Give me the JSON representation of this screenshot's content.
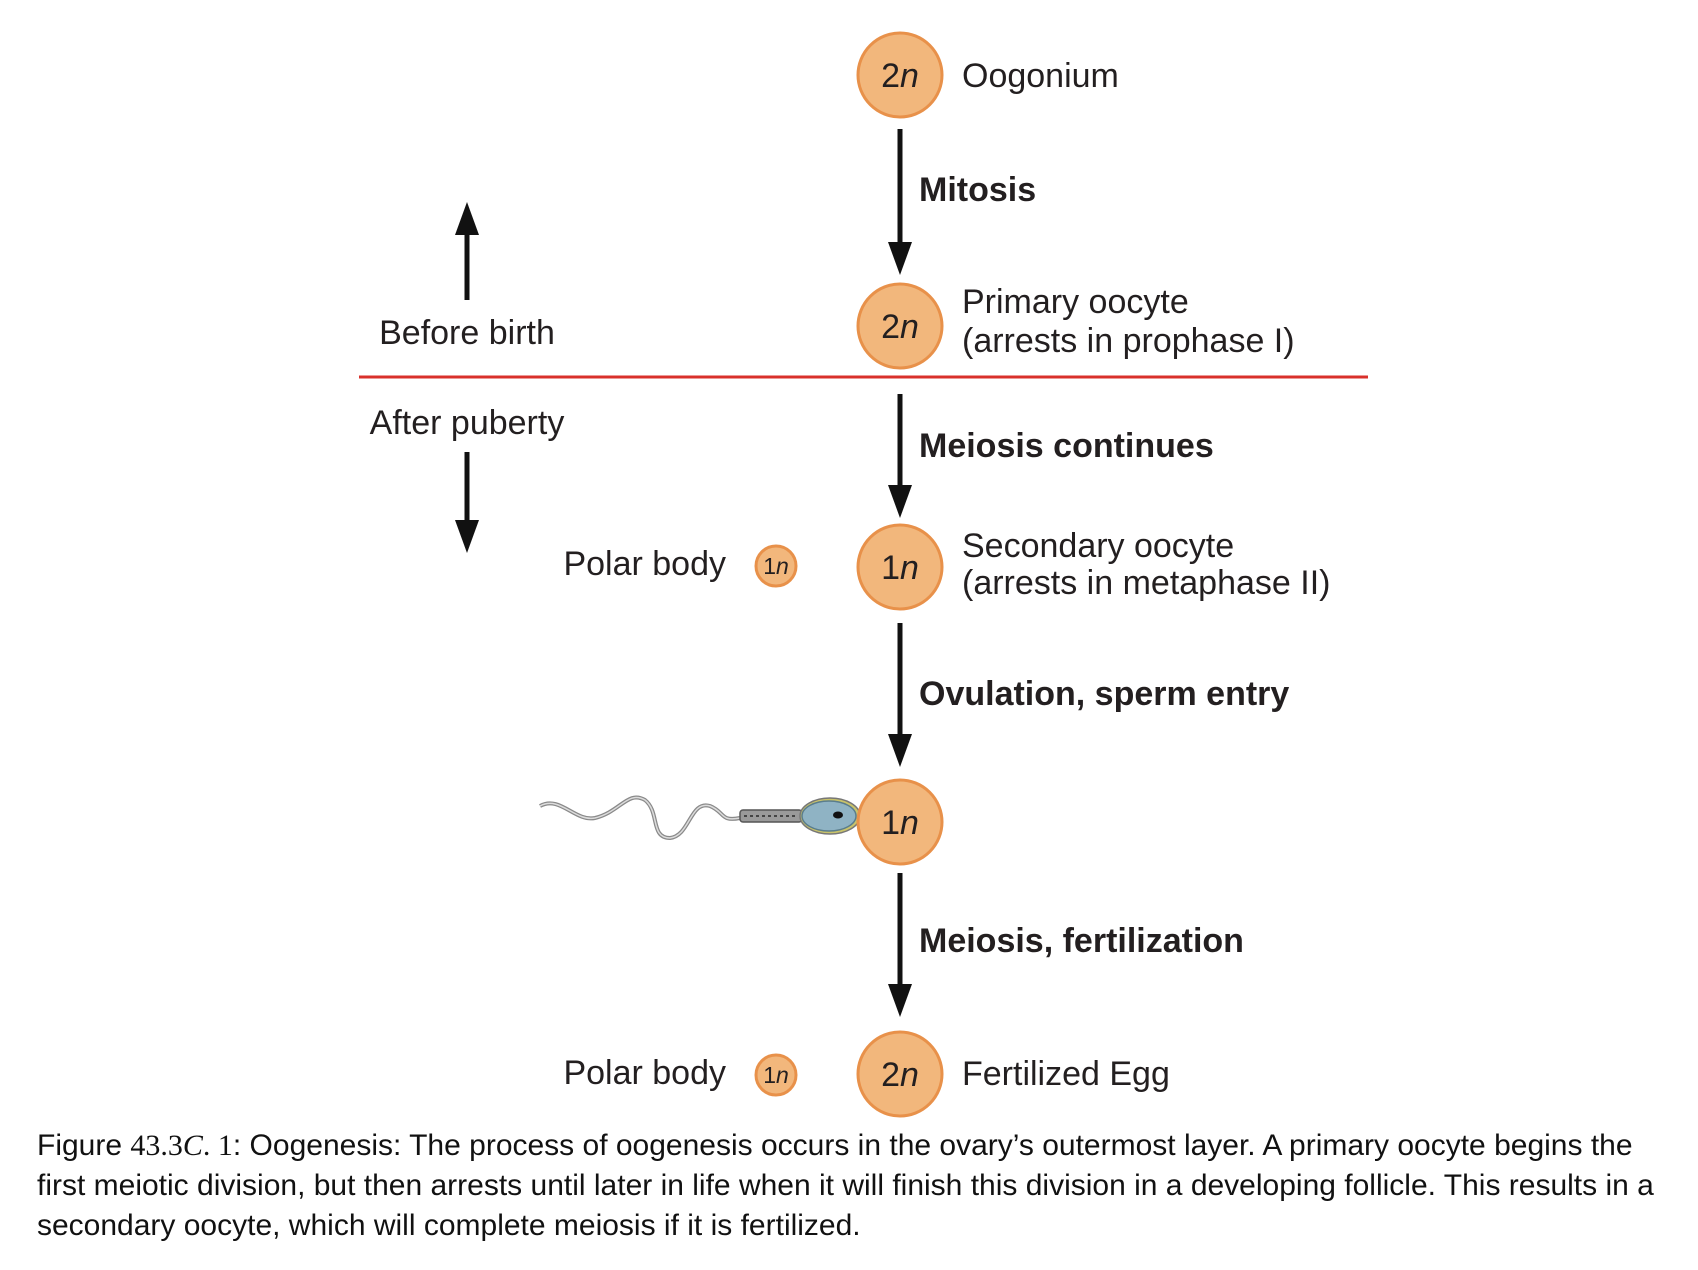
{
  "stages": [
    {
      "ploidy_num": "2",
      "ploidy_var": "n",
      "label_line1": "Oogonium",
      "label_line2": ""
    },
    {
      "ploidy_num": "2",
      "ploidy_var": "n",
      "label_line1": "Primary oocyte",
      "label_line2": "(arrests in prophase I)"
    },
    {
      "ploidy_num": "1",
      "ploidy_var": "n",
      "label_line1": "Secondary oocyte",
      "label_line2": "(arrests in metaphase II)"
    },
    {
      "ploidy_num": "1",
      "ploidy_var": "n",
      "label_line1": "",
      "label_line2": ""
    },
    {
      "ploidy_num": "2",
      "ploidy_var": "n",
      "label_line1": "Fertilized Egg",
      "label_line2": ""
    }
  ],
  "transitions": [
    "Mitosis",
    "Meiosis continues",
    "Ovulation, sperm entry",
    "Meiosis, fertilization"
  ],
  "polar_bodies": [
    {
      "label": "Polar body",
      "ploidy_num": "1",
      "ploidy_var": "n"
    },
    {
      "label": "Polar body",
      "ploidy_num": "1",
      "ploidy_var": "n"
    }
  ],
  "timeline": {
    "before_label": "Before birth",
    "after_label": "After puberty"
  },
  "caption": {
    "prefix": "Figure ",
    "number_main": "43.3",
    "number_letter": "C",
    "number_suffix": ". 1",
    "text": ": Oogenesis: The process of oogenesis occurs in the ovary’s outermost layer. A primary oocyte begins the first meiotic division, but then arrests until later in life when it will finish this division in a developing follicle. This results in a secondary oocyte, which will complete meiosis if it is fertilized."
  },
  "colors": {
    "cell_fill": "#f2b77c",
    "cell_stroke": "#e8914a",
    "divider": "#d9312b",
    "arrow": "#111111",
    "sperm_head": "#8fb3c4"
  }
}
